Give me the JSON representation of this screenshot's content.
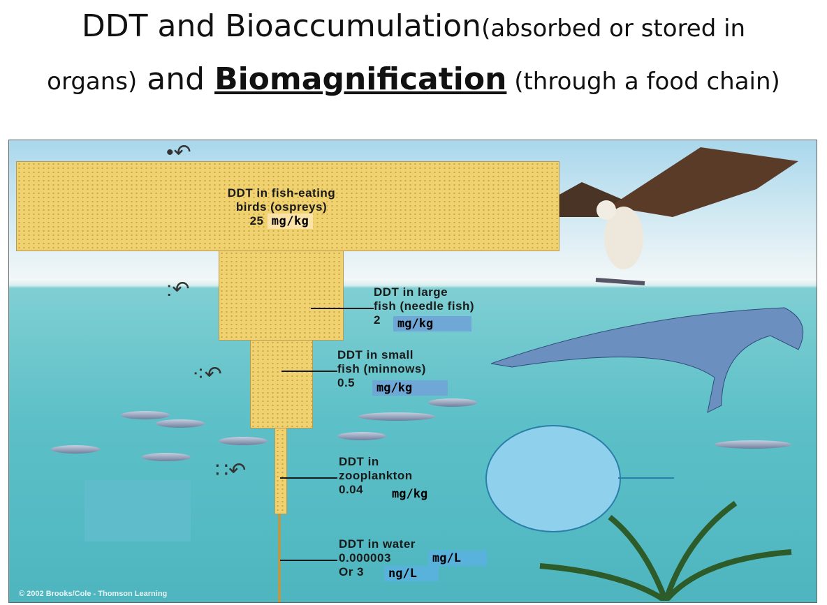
{
  "title": {
    "line1_main": "DDT  and Bioaccumulation",
    "line1_small": "(absorbed or stored in",
    "line2_small_start": "organs)",
    "line2_and": " and ",
    "line2_bold": "Biomagnification",
    "line2_end": " (through a food chain)"
  },
  "levels": [
    {
      "label1": "DDT in fish-eating",
      "label2": "birds (ospreys)",
      "value": "25",
      "unit": "mg/kg"
    },
    {
      "label1": "DDT in large",
      "label2": "fish (needle fish)",
      "value": "2",
      "unit": "mg/kg"
    },
    {
      "label1": "DDT in small",
      "label2": "fish (minnows)",
      "value": "0.5",
      "unit": "mg/kg"
    },
    {
      "label1": "DDT in",
      "label2": "zooplankton",
      "value": "0.04",
      "unit": "mg/kg"
    },
    {
      "label1": "DDT in water",
      "value": "0.000003",
      "unit": "mg/L",
      "alt_prefix": "Or 3",
      "alt_unit": "ng/L"
    }
  ],
  "copyright": "© 2002 Brooks/Cole - Thomson Learning",
  "colors": {
    "block": "#f0d271",
    "water": "#5dc0c8",
    "unit_bg_blue": "#6fa8d6",
    "unit_bg_yellow": "#fbe3a8"
  }
}
